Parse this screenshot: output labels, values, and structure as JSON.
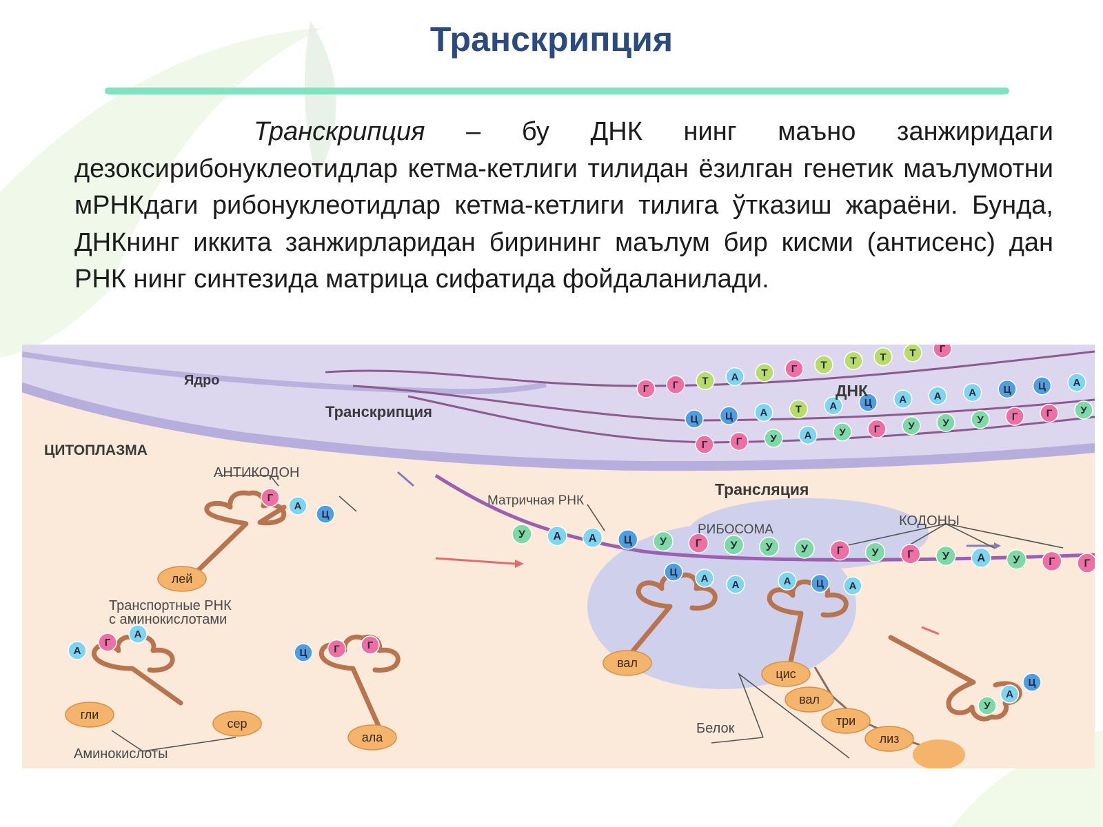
{
  "slide": {
    "title": "Транскрипция",
    "paragraph_term": "Транскрипция",
    "paragraph_rest": " – бу ДНК нинг маъно занжиридаги дезоксирибонуклеотидлар кетма-кетлиги тилидан ёзилган генетик маълумотни мРНКдаги рибонуклеотидлар кетма-кетлиги тилига ўтказиш жараёни. Бунда, ДНКнинг иккита занжирларидан бирининг маълум бир кисми (антисенс) дан  РНК нинг синтезида матрица сифатида фойдаланилади."
  },
  "diagram": {
    "labels": {
      "nucleus": "Ядро",
      "transcription": "Транскрипция",
      "cytoplasm": "ЦИТОПЛАЗМА",
      "dna": "ДНК",
      "anticodon": "АНТИКОДОН",
      "mrna": "Матричная РНК",
      "translation": "Трансляция",
      "ribosome": "РИБОСОМА",
      "codons": "КОДОНЫ",
      "trna_line1": "Транспортные РНК",
      "trna_line2": "с аминокислотами",
      "amino_acids": "Аминокислоты",
      "protein": "Белок"
    },
    "nucleotide_colors": {
      "Г": "#ee6fa4",
      "А": "#7fd4ef",
      "Ц": "#4f9ee2",
      "Т": "#b8dc6a",
      "У": "#7fd9a6"
    },
    "amino_color": "#f4b46c",
    "dna_strand_1": [
      "Г",
      "Г",
      "Т",
      "А",
      "Т",
      "Г",
      "Т",
      "Т",
      "Т",
      "Т",
      "Г"
    ],
    "dna_strand_2": [
      "Ц",
      "Ц",
      "А",
      "Т",
      "А",
      "Ц",
      "А",
      "А",
      "А",
      "Ц",
      "Ц",
      "А"
    ],
    "rna_in_nucleus": [
      "Г",
      "Г",
      "У",
      "А",
      "У",
      "Г",
      "У",
      "У",
      "У",
      "Г",
      "Г",
      "У"
    ],
    "mrna": [
      "У",
      "А",
      "А",
      "Ц",
      "У",
      "Г",
      "У",
      "У",
      "У",
      "Г",
      "У",
      "Г",
      "У",
      "А",
      "У",
      "Г",
      "Г"
    ],
    "anticodon_top": [
      "Г",
      "А",
      "Ц"
    ],
    "anticodon_ribo_1": [
      "Ц",
      "А",
      "А"
    ],
    "anticodon_ribo_2": [
      "А",
      "Ц",
      "А"
    ],
    "trna_bases_1": [
      "А",
      "Г",
      "А"
    ],
    "trna_bases_2": [
      "Ц",
      "Г",
      "Г"
    ],
    "trna_bases_exit": [
      "У",
      "А",
      "Ц"
    ],
    "aa_lei": "лей",
    "aa_gli": "гли",
    "aa_ser": "сер",
    "aa_ala": "ала",
    "aa_val_ribo": "вал",
    "protein_chain": [
      "цис",
      "вал",
      "три",
      "лиз"
    ]
  }
}
